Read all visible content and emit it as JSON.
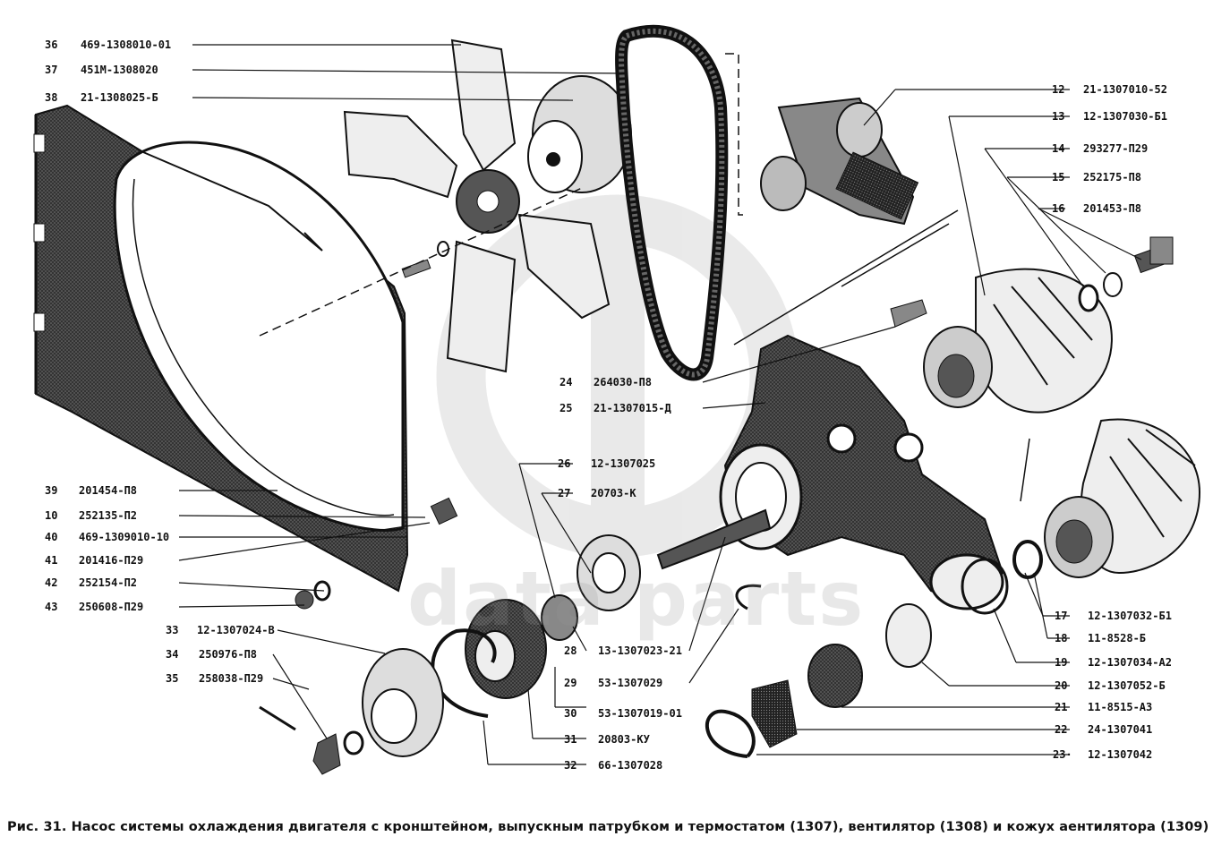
{
  "watermark": "data parts",
  "caption": "Рис. 31. Насос системы охлаждения двигателя с кронштейном, выпускным патрубком и термостатом (1307), вентилятор (1308) и кожух аентилятора (1309)",
  "labels_left": [
    {
      "num": "36",
      "code": "469-1308010-01"
    },
    {
      "num": "37",
      "code": "451М-1308020"
    },
    {
      "num": "38",
      "code": "21-1308025-Б"
    },
    {
      "num": "39",
      "code": "201454-П8"
    },
    {
      "num": "10",
      "code": "252135-П2"
    },
    {
      "num": "40",
      "code": "469-1309010-10"
    },
    {
      "num": "41",
      "code": "201416-П29"
    },
    {
      "num": "42",
      "code": "252154-П2"
    },
    {
      "num": "43",
      "code": "250608-П29"
    },
    {
      "num": "33",
      "code": "12-1307024-В"
    },
    {
      "num": "34",
      "code": "250976-П8"
    },
    {
      "num": "35",
      "code": "258038-П29"
    }
  ],
  "labels_mid": [
    {
      "num": "24",
      "code": "264030-П8"
    },
    {
      "num": "25",
      "code": "21-1307015-Д"
    },
    {
      "num": "26",
      "code": "12-1307025"
    },
    {
      "num": "27",
      "code": "20703-К"
    },
    {
      "num": "28",
      "code": "13-1307023-21"
    },
    {
      "num": "29",
      "code": "53-1307029"
    },
    {
      "num": "30",
      "code": "53-1307019-01"
    },
    {
      "num": "31",
      "code": "20803-КУ"
    },
    {
      "num": "32",
      "code": "66-1307028"
    }
  ],
  "labels_right": [
    {
      "num": "12",
      "code": "21-1307010-52"
    },
    {
      "num": "13",
      "code": "12-1307030-Б1"
    },
    {
      "num": "14",
      "code": "293277-П29"
    },
    {
      "num": "15",
      "code": "252175-П8"
    },
    {
      "num": "16",
      "code": "201453-П8"
    },
    {
      "num": "17",
      "code": "12-1307032-Б1"
    },
    {
      "num": "18",
      "code": "11-8528-Б"
    },
    {
      "num": "19",
      "code": "12-1307034-А2"
    },
    {
      "num": "20",
      "code": "12-1307052-Б"
    },
    {
      "num": "21",
      "code": "11-8515-А3"
    },
    {
      "num": "22",
      "code": "24-1307041"
    },
    {
      "num": "23·",
      "code": "12-1307042"
    }
  ]
}
